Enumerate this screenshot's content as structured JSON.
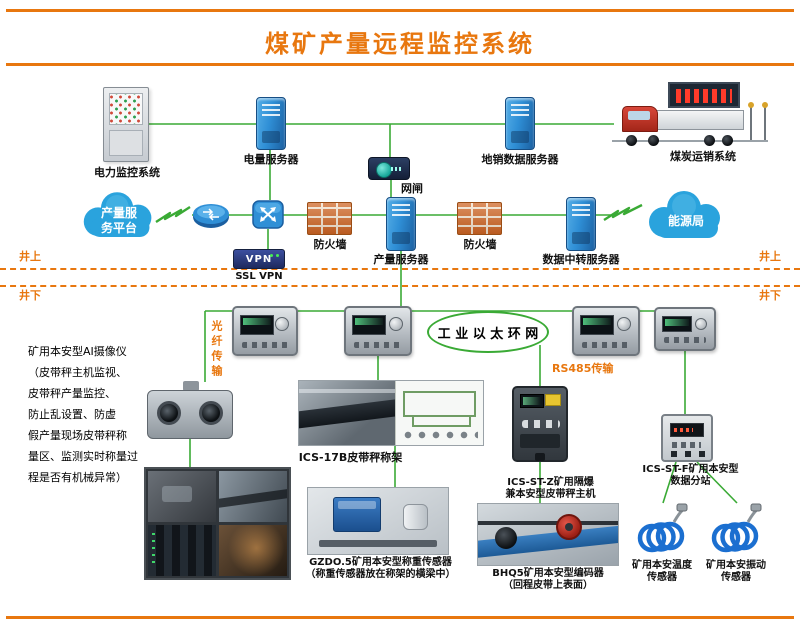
{
  "title": "煤矿产量远程监控系统",
  "zones": {
    "surface": "井上",
    "underground": "井下"
  },
  "surface": {
    "power_monitor": "电力监控系统",
    "power_server": "电量服务器",
    "gatekeeper": "网闸",
    "sales_server": "地销数据服务器",
    "coal_transport": "煤炭运销系统",
    "platform_cloud": "产量服务平台",
    "energy_cloud": "能源局",
    "firewall": "防火墙",
    "production_server": "产量服务器",
    "relay_server": "数据中转服务器",
    "vpn_device": "VPN",
    "vpn_label": "SSL VPN"
  },
  "underground": {
    "ring_network": "工 业 以 太 环 网",
    "fiber_link": "光纤传输",
    "rs485_link": "RS485传输",
    "ai_camera_note": "矿用本安型AI摄像仪\n（皮带秤主机监视、\n皮带秤产量监控、\n防止乱设置、防虚\n假产量现场皮带秤称\n量区、监测实时称量过\n程是否有机械异常）",
    "belt_frame": "ICS-17B皮带秤称架",
    "weight_sensor": "GZDO.5矿用本安型称重传感器",
    "weight_sensor_note": "（称重传感器放在称架的横梁中）",
    "scale_host": "ICS-ST-Z矿用隔爆\n兼本安型皮带秤主机",
    "encoder": "BHQ5矿用本安型编码器",
    "encoder_note": "（回程皮带上表面）",
    "data_substation": "ICS-ST-F矿用本安型\n数据分站",
    "temp_sensor": "矿用本安温度\n传感器",
    "vib_sensor": "矿用本安振动\n传感器"
  },
  "colors": {
    "accent_orange": "#e8770f",
    "wire_green": "#3aaa35",
    "server_blue": "#2f8fd6",
    "cloud_blue": "#2aa3dd"
  }
}
